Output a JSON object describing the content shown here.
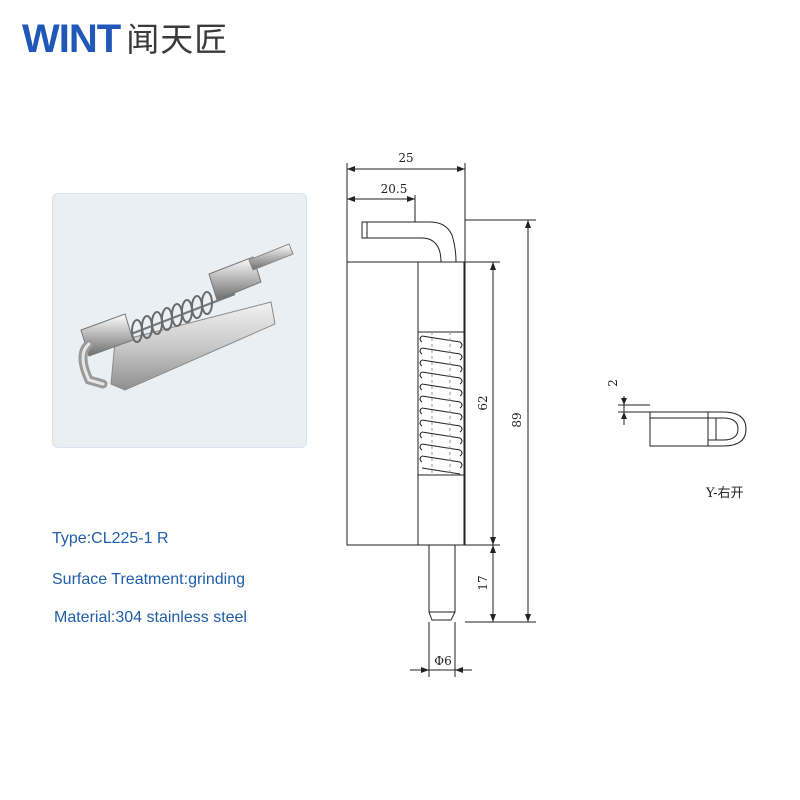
{
  "brand": {
    "logo_text": "WINT",
    "logo_cn": "闻天匠",
    "color": "#1f58b8"
  },
  "product": {
    "type": "Type:CL225-1 R",
    "surface": "Surface Treatment:grinding",
    "material": "Material:304 stainless steel",
    "text_color": "#1f5ea8"
  },
  "photo": {
    "icon": "spring-latch-photo"
  },
  "drawing": {
    "dim_width_total": "25",
    "dim_width_inner": "20.5",
    "dim_height_total": "89",
    "dim_height_plate": "62",
    "dim_pin_length": "17",
    "dim_pin_diameter": "Φ6",
    "dim_thickness": "2",
    "variant_label": "Y-右开"
  }
}
